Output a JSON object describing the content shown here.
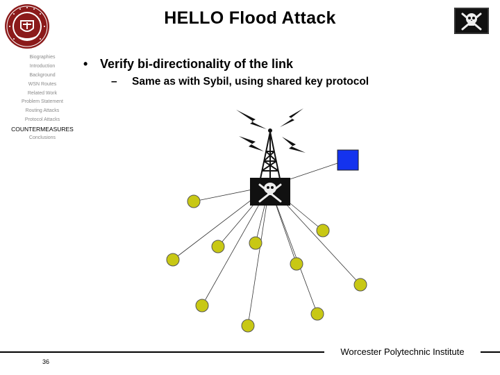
{
  "slide": {
    "title": "HELLO Flood Attack",
    "footer": "Worcester Polytechnic Institute",
    "page_number": "36"
  },
  "nav": {
    "items": [
      {
        "label": "Biographies",
        "active": false
      },
      {
        "label": "Introduction",
        "active": false
      },
      {
        "label": "Background",
        "active": false
      },
      {
        "label": "WSN Routes",
        "active": false
      },
      {
        "label": "Related Work",
        "active": false
      },
      {
        "label": "Problem Statement",
        "active": false
      },
      {
        "label": "Routing Attacks",
        "active": false
      },
      {
        "label": "Protocol Attacks",
        "active": false
      },
      {
        "label": "COUNTERMEASURES",
        "active": true
      },
      {
        "label": "Conclusions",
        "active": false
      }
    ]
  },
  "content": {
    "bullet": "Verify bi-directionality of the link",
    "sub_bullet": "Same as with Sybil, using shared key protocol"
  },
  "icons": {
    "logo": "university-seal-icon",
    "flag": "skull-crossbones-flag-icon",
    "attacker": "radio-tower-icon"
  },
  "colors": {
    "sensor_node": "#c8c814",
    "base_station": "#1433ee",
    "attacker_flag": "#000000"
  }
}
